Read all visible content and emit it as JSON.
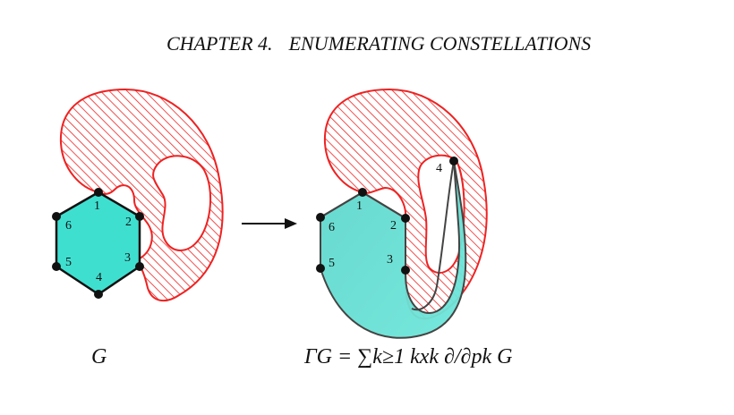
{
  "header": {
    "chapter": "CHAPTER 4.",
    "title": "ENUMERATING CONSTELLATIONS"
  },
  "left_figure": {
    "vertex_labels": [
      "1",
      "2",
      "3",
      "4",
      "5",
      "6"
    ],
    "caption": "G"
  },
  "right_figure": {
    "vertex_labels": [
      "1",
      "2",
      "3",
      "4",
      "5",
      "6"
    ],
    "caption": "ΓG = ∑k≥1 kxk ∂/∂pk G"
  },
  "colors": {
    "hatch": "#ee2222",
    "face": "#40e0d0",
    "edge": "#111111"
  }
}
